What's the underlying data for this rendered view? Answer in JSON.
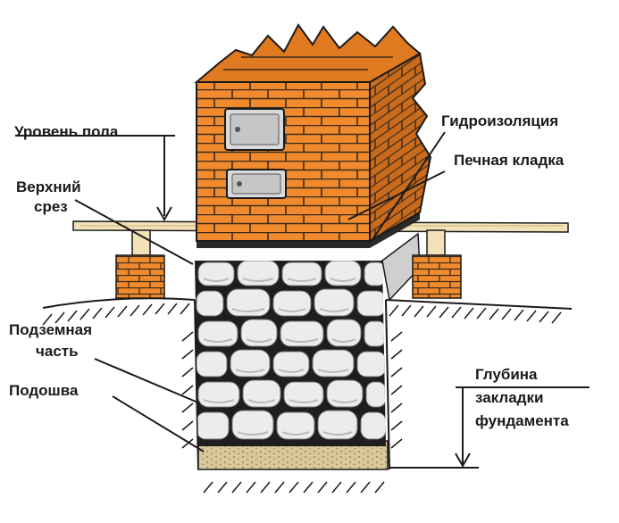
{
  "labels": {
    "floor_level": "Уровень пола",
    "top_cut_line1": "Верхний",
    "top_cut_line2": "срез",
    "underground_line1": "Подземная",
    "underground_line2": "часть",
    "sole": "Подошва",
    "waterproofing": "Гидроизоляция",
    "stove_masonry": "Печная кладка",
    "depth_line1": "Глубина",
    "depth_line2": "закладки",
    "depth_line3": "фундамента"
  },
  "colors": {
    "brick": "#f08a2c",
    "brick_shade": "#c96a1c",
    "mortar": "#3a2a1a",
    "stone": "#ececec",
    "stone_shade": "#b8b8b8",
    "joist": "#f3e2b8",
    "sand": "#d8c79a",
    "line": "#1a1a1a"
  }
}
